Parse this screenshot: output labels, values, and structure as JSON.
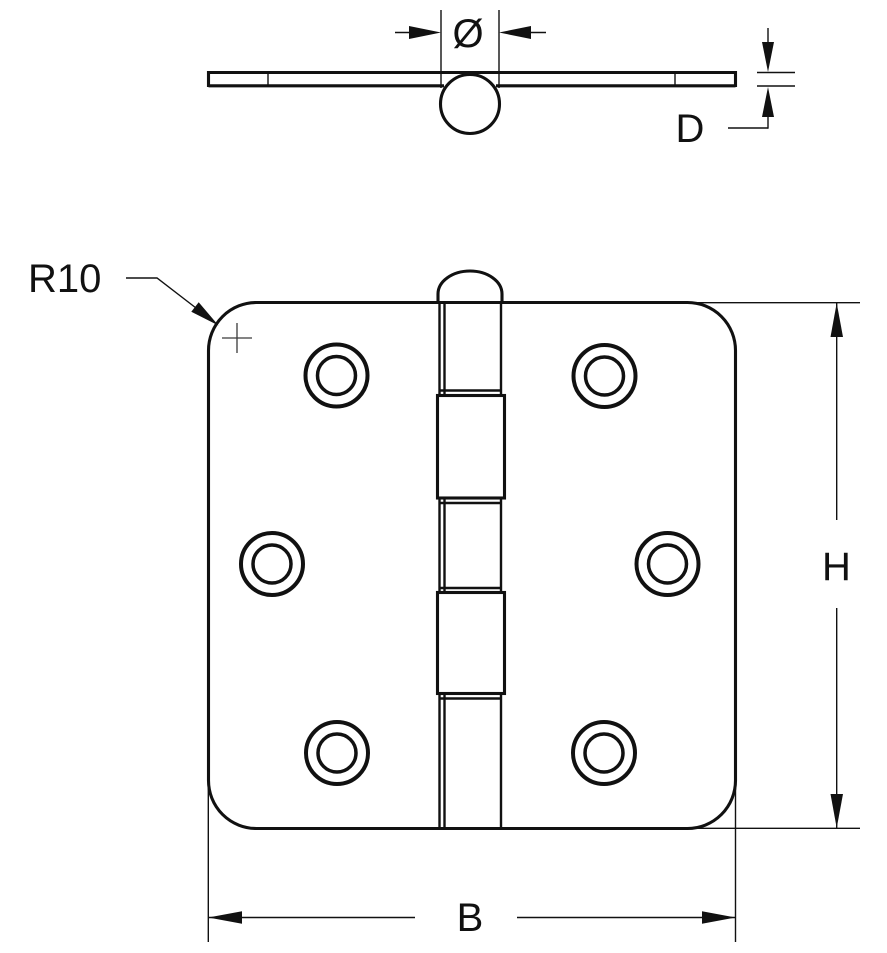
{
  "page": {
    "background_color": "#ffffff",
    "line_color": "#111111"
  },
  "drawing": {
    "type": "technical-dimension-drawing",
    "subject": "butt hinge with rounded-corner leaves",
    "views": {
      "side_view": {
        "description": "edge profile of hinge leaves with pin barrel"
      },
      "front_view": {
        "description": "hinge face with pin knuckles and screw holes",
        "screw_hole_count": 6,
        "knuckle_segments": 5
      }
    },
    "labels": {
      "pin_diameter": "Ø",
      "leaf_thickness": "D",
      "corner_radius": "R10",
      "height": "H",
      "width": "B"
    }
  }
}
